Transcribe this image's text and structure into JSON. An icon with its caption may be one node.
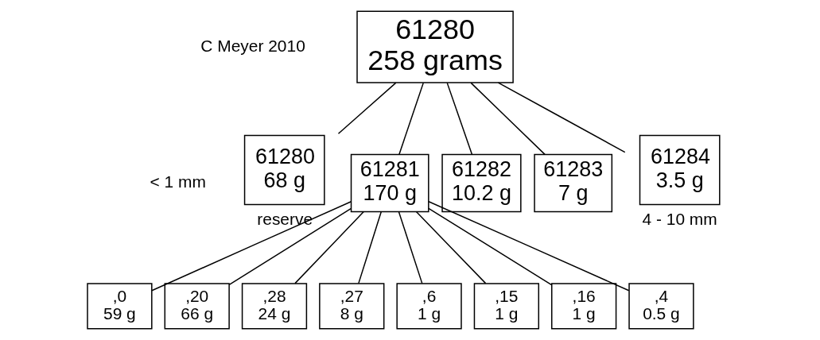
{
  "diagram": {
    "nodes": [
      {
        "text": [
          "61280",
          "258 grams"
        ]
      },
      {
        "text": [
          "61280",
          "68 g"
        ],
        "beside": [
          "reserve"
        ]
      },
      {
        "text": [
          "61281",
          "170 g"
        ]
      },
      {
        "text": [
          "61282",
          "10.2 g"
        ]
      },
      {
        "text": [
          "61283",
          "7 g"
        ]
      },
      {
        "text": [
          "61284",
          "3.5 g"
        ],
        "beside": [
          "4 - 10 mm"
        ]
      },
      {
        "text": [
          ",0",
          "59 g"
        ]
      },
      {
        "text": [
          ",20",
          "66 g"
        ]
      },
      {
        "text": [
          ",28",
          "24 g"
        ]
      },
      {
        "text": [
          ",27",
          "8 g"
        ]
      },
      {
        "text": [
          ",6",
          "1 g"
        ]
      },
      {
        "text": [
          ",15",
          "1 g"
        ]
      },
      {
        "text": [
          ",16",
          "1 g"
        ]
      },
      {
        "text": [
          ",4",
          "0.5 g"
        ]
      }
    ],
    "edges": [
      {
        "from": 0,
        "to": 1,
        "arrow": "none"
      },
      {
        "from": 0,
        "to": 2,
        "arrow": "none"
      },
      {
        "from": 0,
        "to": 3,
        "arrow": "none"
      },
      {
        "from": 0,
        "to": 4,
        "arrow": "none"
      },
      {
        "from": 0,
        "to": 5,
        "arrow": "none"
      },
      {
        "from": 2,
        "to": 6,
        "arrow": "none"
      },
      {
        "from": 2,
        "to": 7,
        "arrow": "none"
      },
      {
        "from": 2,
        "to": 8,
        "arrow": "none"
      },
      {
        "from": 2,
        "to": 9,
        "arrow": "none"
      },
      {
        "from": 2,
        "to": 10,
        "arrow": "none"
      },
      {
        "from": 2,
        "to": 11,
        "arrow": "none"
      },
      {
        "from": 2,
        "to": 12,
        "arrow": "none"
      },
      {
        "from": 2,
        "to": 13,
        "arrow": "none"
      }
    ],
    "labels": [
      "C Meyer 2010",
      "< 1 mm"
    ]
  }
}
